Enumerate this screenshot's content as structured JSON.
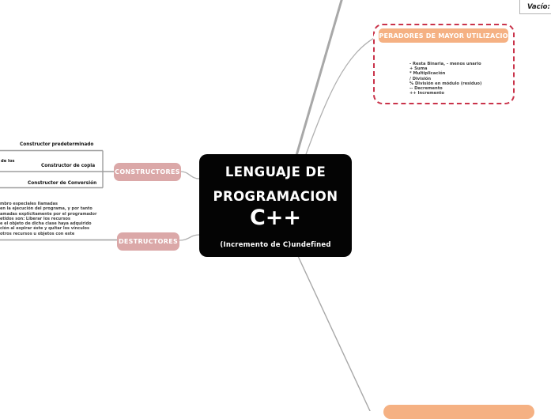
{
  "empty_node": {
    "label": "Vacío:"
  },
  "center": {
    "title_line1": "LENGUAJE DE",
    "title_line2": "PROGRAMACION",
    "title_line3": "C++",
    "subtitle": "(Incremento de C)undefined",
    "bg_color": "#040404"
  },
  "operators": {
    "title": "OPERADORES DE MAYOR UTILIZACION",
    "items": [
      "- Resta Binaria, - menos unario",
      "+ Suma",
      "* Multiplicación",
      "/ División",
      "% División en módulo (residuo)",
      "-- Decremento",
      "++ Incremento"
    ],
    "header_bg": "#f5b183",
    "boundary_border_color": "#c9334a"
  },
  "constructores": {
    "label": "CONSTRUCTORES",
    "bg": "#dba8a8",
    "children": [
      "Constructor predeterminado",
      "Constructor de copia",
      "Constructor de Conversión"
    ],
    "cut_fragment": "de los"
  },
  "destructores": {
    "label": "DESTRUCTORES",
    "bg": "#dba8a8",
    "note_lines": [
      "mbro especiales llamadas",
      "en la ejecución del programa, y por tanto",
      "amadas explícitamente por el programador",
      "etidos son: Liberar los recursos",
      "e el objeto de dicha clase haya adquirido",
      "ción al expirar éste y quitar los vínculos",
      "otros recursos u objetos con este"
    ]
  },
  "bottom_node": {
    "bg": "#f5b183"
  },
  "connector_color": "#a8a8a8"
}
